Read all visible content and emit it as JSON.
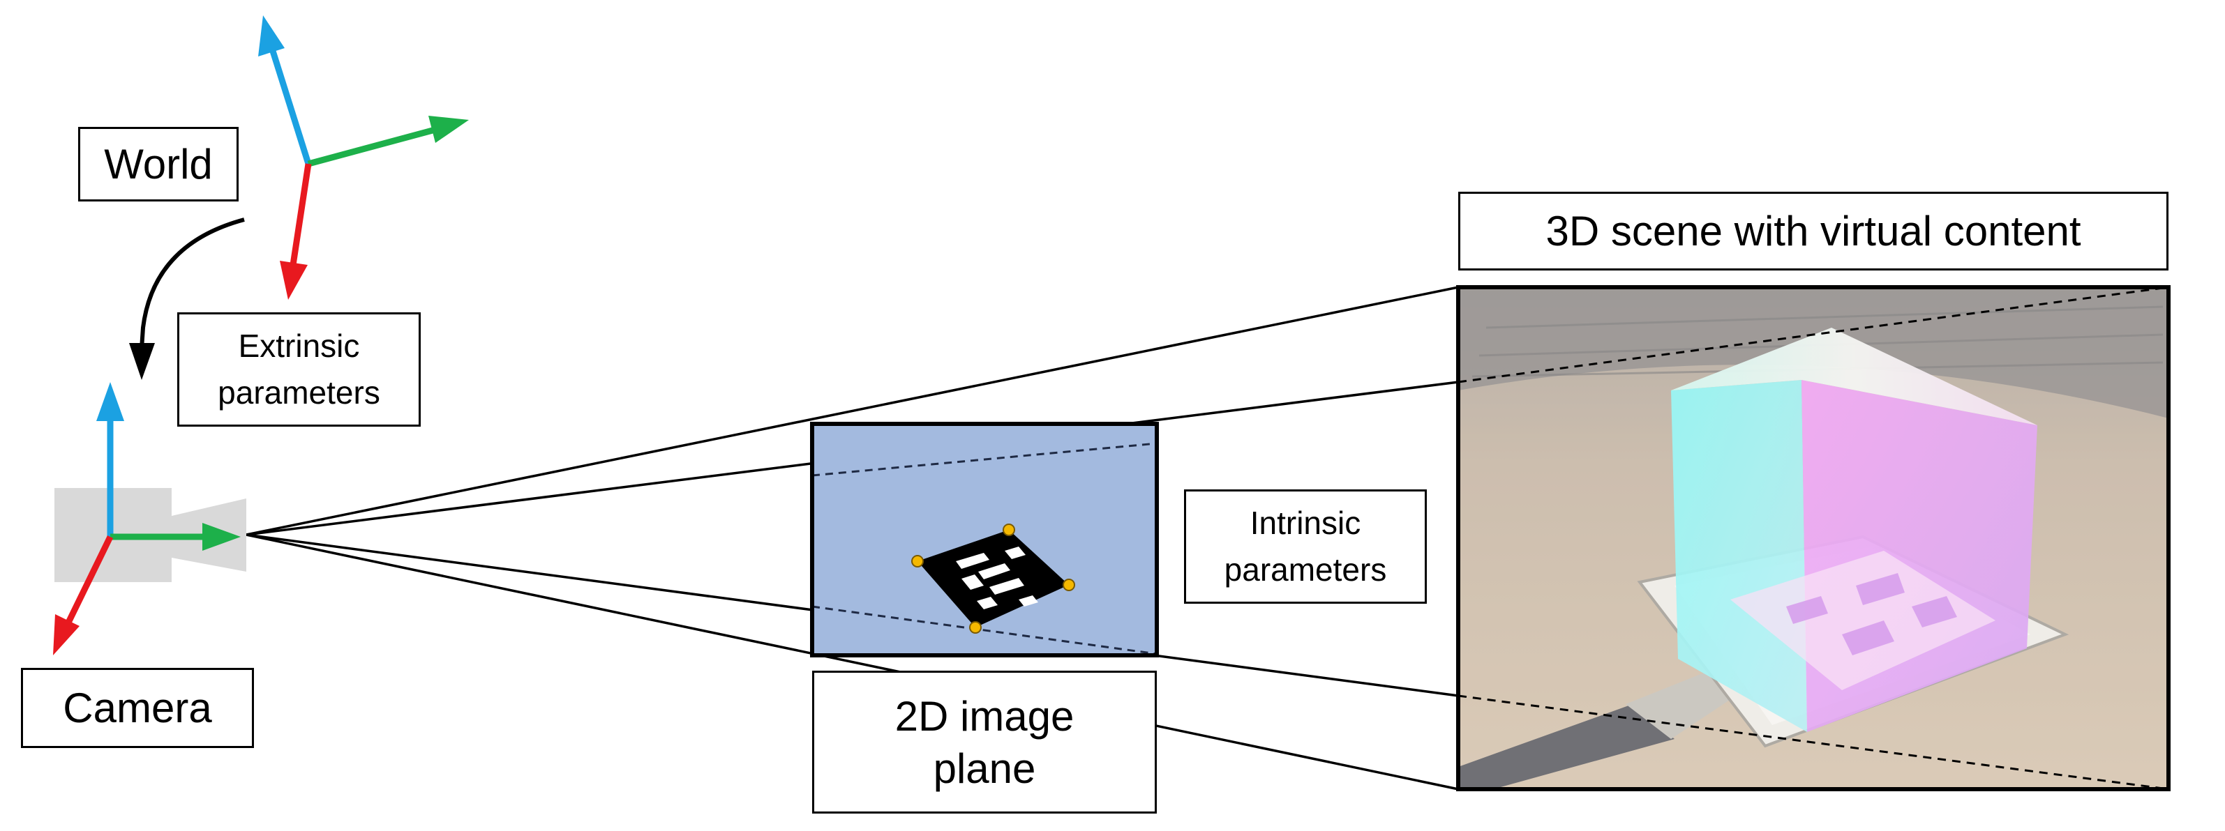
{
  "labels": {
    "world": "World",
    "extrinsic": "Extrinsic\nparameters",
    "camera": "Camera",
    "intrinsic": "Intrinsic\nparameters",
    "image_plane": "2D image\nplane",
    "scene": "3D scene with virtual content"
  },
  "colors": {
    "axis_up": "#1BA1E2",
    "axis_forward": "#1DB04A",
    "axis_down": "#E8191F",
    "image_plane_fill": "#A3BADF",
    "camera_body": "#D9D9D9",
    "marker_corner": "#F5B800",
    "cube_cyan": "#7CF3F2",
    "cube_magenta": "#E98BF2"
  },
  "icons": {
    "world_axes": "coordinate-axes-icon",
    "camera_axes": "coordinate-axes-icon",
    "camera": "camera-icon",
    "fiducial_marker": "aruco-marker-icon",
    "transform_arrow": "curved-arrow-icon"
  }
}
